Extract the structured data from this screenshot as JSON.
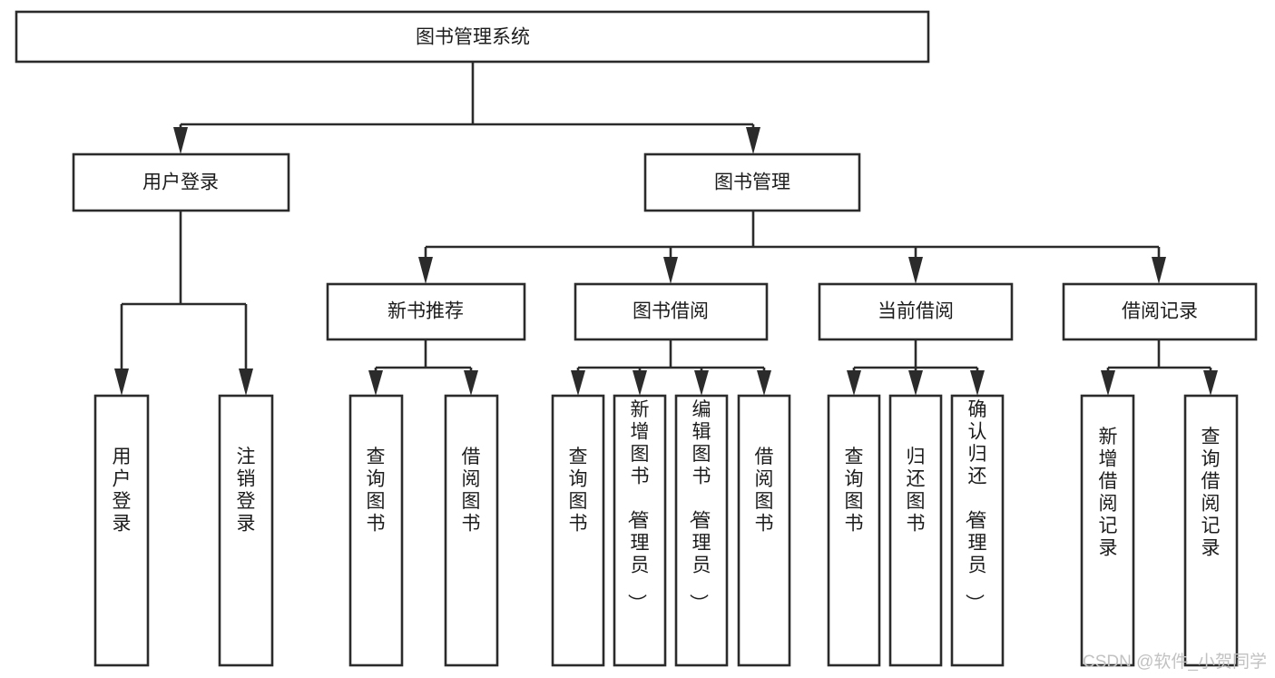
{
  "diagram": {
    "title": "图书管理系统",
    "watermark": "CSDN @软件_小贺同学",
    "levels": {
      "root": "图书管理系统",
      "level2": [
        "用户登录",
        "图书管理"
      ],
      "level3": [
        "新书推荐",
        "图书借阅",
        "当前借阅",
        "借阅记录"
      ]
    },
    "nodes": {
      "root": {
        "label": "图书管理系统"
      },
      "user_login": {
        "label": "用户登录"
      },
      "book_manage": {
        "label": "图书管理"
      },
      "new_book_rec": {
        "label": "新书推荐"
      },
      "book_borrow": {
        "label": "图书借阅"
      },
      "current_borrow": {
        "label": "当前借阅"
      },
      "borrow_record": {
        "label": "借阅记录"
      },
      "leaf_user_login": {
        "label": "用户登录"
      },
      "leaf_logout": {
        "label": "注销登录"
      },
      "leaf_query_book_a": {
        "label": "查询图书"
      },
      "leaf_borrow_book_a": {
        "label": "借阅图书"
      },
      "leaf_query_book_b": {
        "label": "查询图书"
      },
      "leaf_add_book": {
        "label": "新增图书（管理员）"
      },
      "leaf_edit_book": {
        "label": "编辑图书（管理员）"
      },
      "leaf_borrow_book_b": {
        "label": "借阅图书"
      },
      "leaf_query_book_c": {
        "label": "查询图书"
      },
      "leaf_return_book": {
        "label": "归还图书"
      },
      "leaf_confirm_return": {
        "label": "确认归还（管理员）"
      },
      "leaf_add_record": {
        "label": "新增借阅记录"
      },
      "leaf_query_record": {
        "label": "查询借阅记录"
      }
    },
    "colors": {
      "stroke": "#2b2b2b",
      "fill": "#ffffff",
      "text": "#1c1c1c",
      "watermark": "#c2c2c2"
    }
  }
}
